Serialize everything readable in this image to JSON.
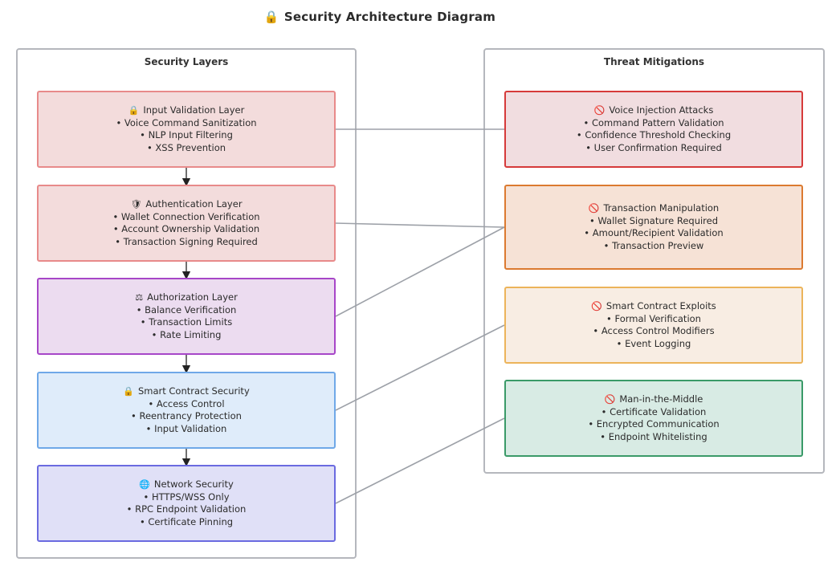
{
  "title": "Security Architecture Diagram",
  "title_icon": "lock-icon",
  "groups": {
    "layers": {
      "label": "Security Layers"
    },
    "threats": {
      "label": "Threat Mitigations"
    }
  },
  "layers": [
    {
      "icon": "lock-icon",
      "glyph": "🔒",
      "title": "Input Validation Layer",
      "items": [
        "Voice Command Sanitization",
        "NLP Input Filtering",
        "XSS Prevention"
      ],
      "fill": "#f3dcdc",
      "stroke": "#e88a8a"
    },
    {
      "icon": "shield-icon",
      "glyph": "🛡",
      "title": "Authentication Layer",
      "items": [
        "Wallet Connection Verification",
        "Account Ownership Validation",
        "Transaction Signing Required"
      ],
      "fill": "#f3dcdc",
      "stroke": "#e88a8a"
    },
    {
      "icon": "balance-icon",
      "glyph": "⚖",
      "title": "Authorization Layer",
      "items": [
        "Balance Verification",
        "Transaction Limits",
        "Rate Limiting"
      ],
      "fill": "#ecdcf0",
      "stroke": "#a746c8"
    },
    {
      "icon": "lock-icon",
      "glyph": "🔒",
      "title": "Smart Contract Security",
      "items": [
        "Access Control",
        "Reentrancy Protection",
        "Input Validation"
      ],
      "fill": "#dfecfa",
      "stroke": "#6fa8e8"
    },
    {
      "icon": "globe-icon",
      "glyph": "🌐",
      "title": "Network Security",
      "items": [
        "HTTPS/WSS Only",
        "RPC Endpoint Validation",
        "Certificate Pinning"
      ],
      "fill": "#e0e0f7",
      "stroke": "#6a6ae0"
    }
  ],
  "threats": [
    {
      "icon": "prohibited-icon",
      "glyph": "🚫",
      "title": "Voice Injection Attacks",
      "items": [
        "Command Pattern Validation",
        "Confidence Threshold Checking",
        "User Confirmation Required"
      ],
      "fill": "#f1dde0",
      "stroke": "#d63a3a"
    },
    {
      "icon": "prohibited-icon",
      "glyph": "🚫",
      "title": "Transaction Manipulation",
      "items": [
        "Wallet Signature Required",
        "Amount/Recipient Validation",
        "Transaction Preview"
      ],
      "fill": "#f6e2d6",
      "stroke": "#db7a30"
    },
    {
      "icon": "prohibited-icon",
      "glyph": "🚫",
      "title": "Smart Contract Exploits",
      "items": [
        "Formal Verification",
        "Access Control Modifiers",
        "Event Logging"
      ],
      "fill": "#f8ede3",
      "stroke": "#ecb45a"
    },
    {
      "icon": "prohibited-icon",
      "glyph": "🚫",
      "title": "Man-in-the-Middle",
      "items": [
        "Certificate Validation",
        "Encrypted Communication",
        "Endpoint Whitelisting"
      ],
      "fill": "#d8ebe4",
      "stroke": "#3a9a68"
    }
  ],
  "links": [
    {
      "from": 0,
      "to": 0
    },
    {
      "from": 1,
      "to": 1
    },
    {
      "from": 2,
      "to": 1
    },
    {
      "from": 3,
      "to": 2
    },
    {
      "from": 4,
      "to": 3
    }
  ]
}
